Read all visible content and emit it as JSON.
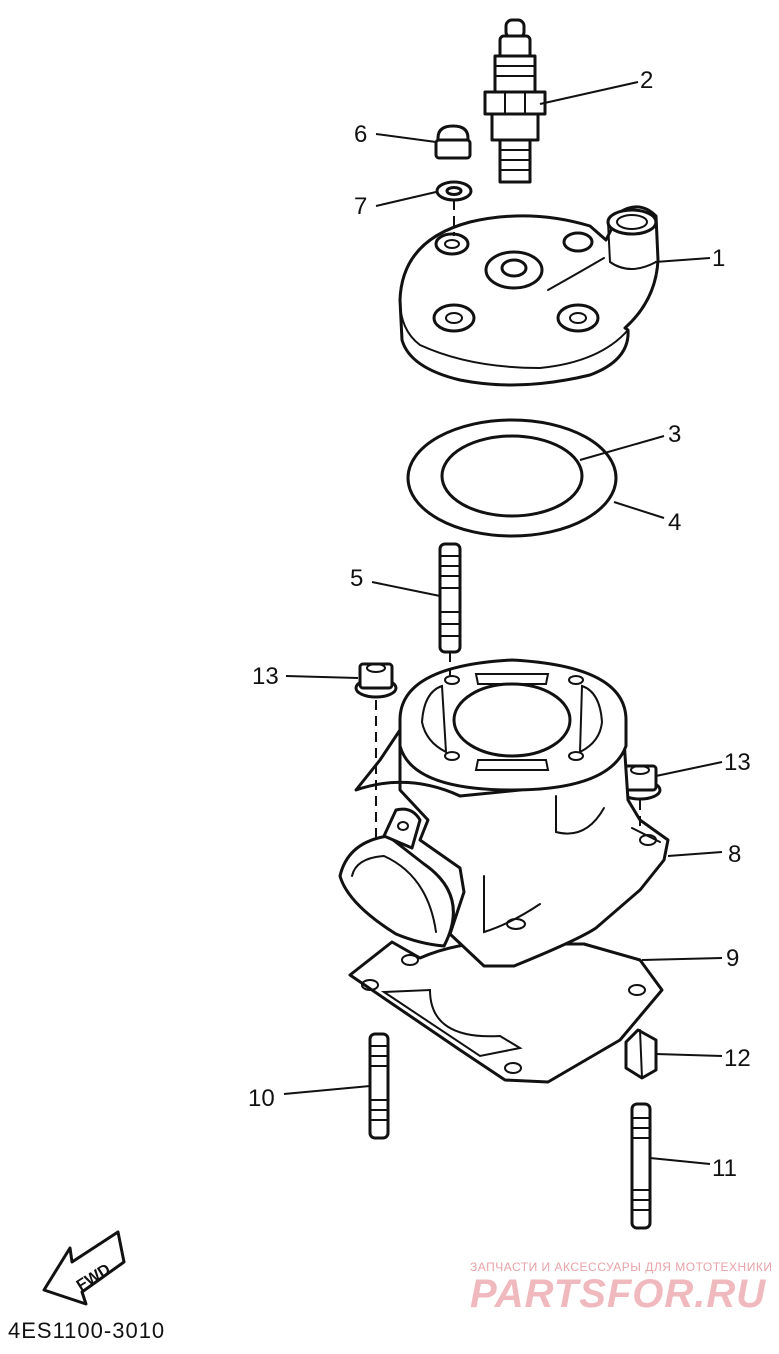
{
  "diagram": {
    "callouts": [
      "1",
      "2",
      "3",
      "4",
      "5",
      "6",
      "7",
      "8",
      "9",
      "10",
      "11",
      "12",
      "13",
      "13"
    ],
    "fwd_label": "FWD",
    "part_code": "4ES1100-3010"
  },
  "watermark": {
    "tagline": "ЗАПЧАСТИ И АКСЕССУАРЫ ДЛЯ МОТОТЕХНИКИ",
    "brand": "PARTSFOR.RU"
  },
  "colors": {
    "line": "#111111",
    "watermark": "#f0b9bd"
  }
}
